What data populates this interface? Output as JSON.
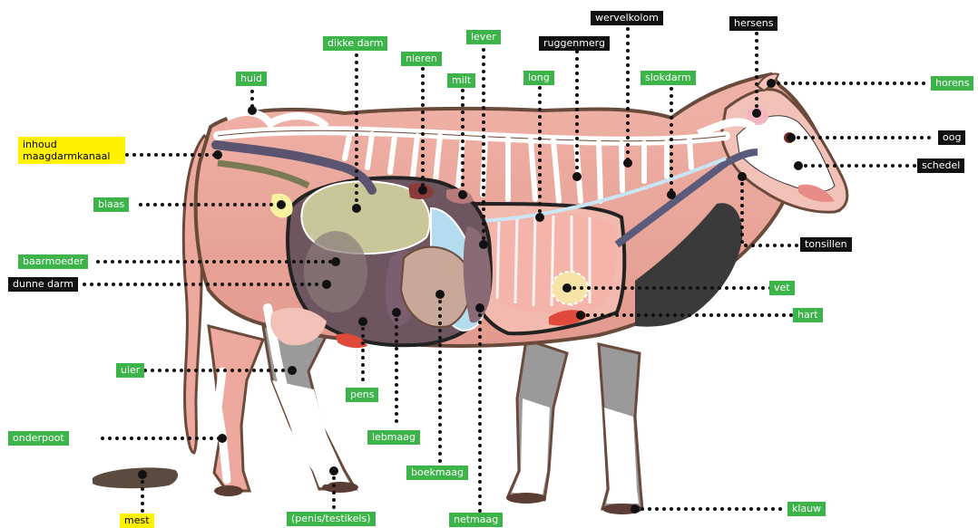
{
  "labels": {
    "huid": "huid",
    "dikke_darm": "dikke darm",
    "nieren": "nieren",
    "lever": "lever",
    "milt": "milt",
    "ruggenmerg": "ruggenmerg",
    "wervelkolom": "wervelkolom",
    "long": "long",
    "slokdarm": "slokdarm",
    "hersens": "hersens",
    "horens": "horens",
    "oog": "oog",
    "schedel": "schedel",
    "tonsillen": "tonsillen",
    "inhoud_maagdarmkanaal": "inhoud maagdarmkanaal",
    "blaas": "blaas",
    "baarmoeder": "baarmoeder",
    "dunne_darm": "dunne darm",
    "vet": "vet",
    "hart": "hart",
    "uier": "uier",
    "pens": "pens",
    "lebmaag": "lebmaag",
    "boekmaag": "boekmaag",
    "onderpoot": "onderpoot",
    "mest": "mest",
    "penis_testikels": "(penis/testikels)",
    "netmaag": "netmaag",
    "klauw": "klauw"
  },
  "colors": {
    "label_green": "#3cb44a",
    "label_black": "#111111",
    "label_yellow": "#fff100",
    "cow_outline": "#6a4a3a",
    "body_pink": "#e8a59a",
    "skeleton": "#ffffff",
    "leg_grey": "#8a8a8a",
    "pens": "#c9c69a",
    "boekmaag": "#c8a898",
    "netmaag": "#b4dcef",
    "lebmaag": "#7b5f70"
  }
}
